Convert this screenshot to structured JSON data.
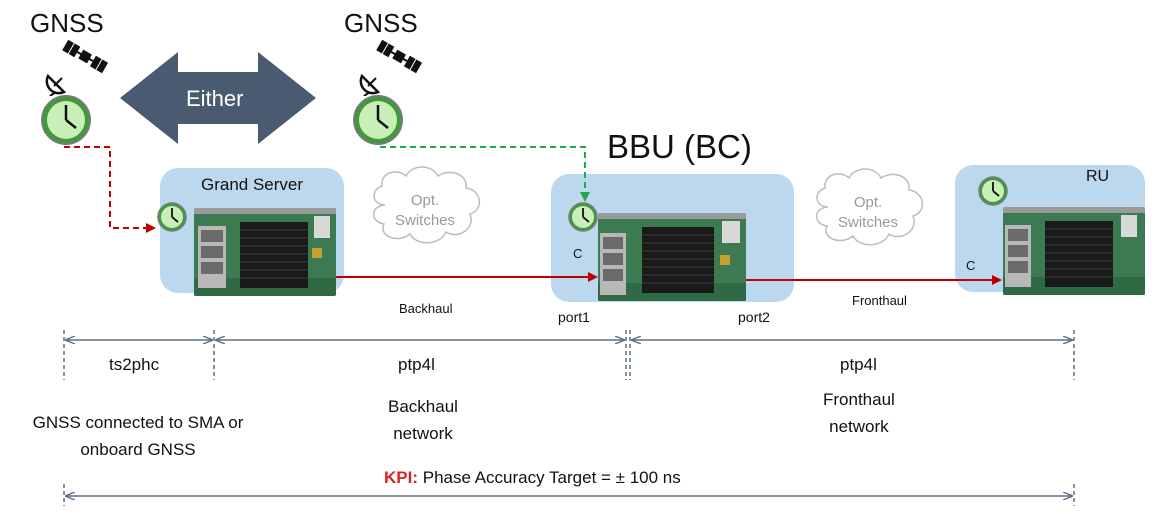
{
  "gnss_left_label": "GNSS",
  "gnss_right_label": "GNSS",
  "either_label": "Either",
  "bbu_title": "BBU (BC)",
  "grand_server_label": "Grand Server",
  "ru_label": "RU",
  "cloud_left": {
    "line1": "Opt.",
    "line2": "Switches"
  },
  "cloud_right": {
    "line1": "Opt.",
    "line2": "Switches"
  },
  "c_bbu": "C",
  "c_ru": "C",
  "backhaul_label": "Backhaul",
  "fronthaul_label": "Fronthaul",
  "port1_label": "port1",
  "port2_label": "port2",
  "ts2phc_label": "ts2phc",
  "ptp4l_left_label": "ptp4l",
  "ptp4l_right_label": "ptp4l",
  "backhaul_network": {
    "line1": "Backhaul",
    "line2": "network"
  },
  "fronthaul_network": {
    "line1": "Fronthaul",
    "line2": "network"
  },
  "gnss_note": {
    "line1": "GNSS connected to SMA or",
    "line2": "onboard GNSS"
  },
  "kpi_prefix": "KPI:",
  "kpi_text": "Phase Accuracy Target = ± 100 ns",
  "colors": {
    "box": "#bcd8ee",
    "arrow_big": "#4a5a70",
    "red_line": "#c00000",
    "green_dash": "#21a846",
    "red_dash": "#c00000",
    "dim": "#5c6e80",
    "kpi_red": "#e02020"
  }
}
